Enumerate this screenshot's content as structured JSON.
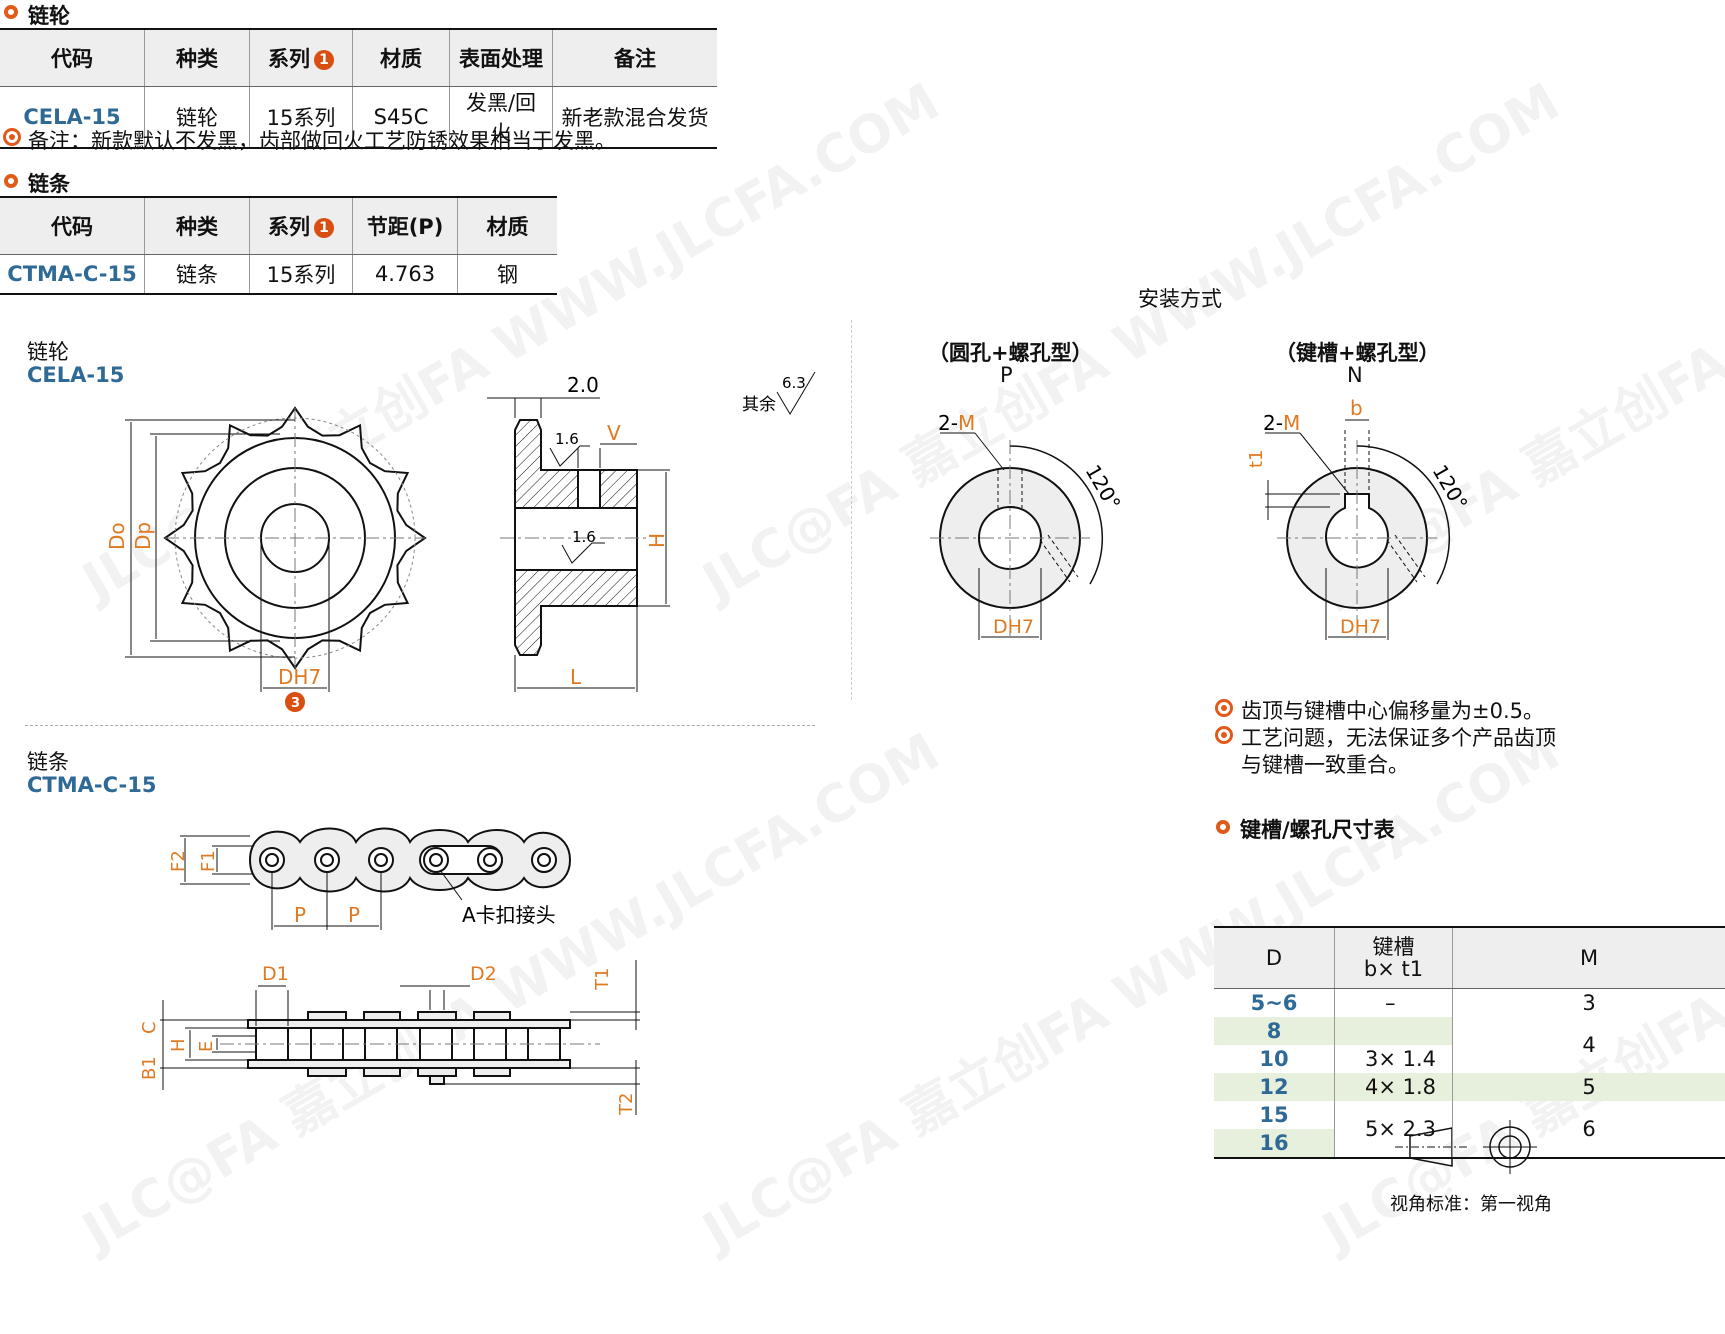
{
  "sprocket_section": {
    "title": "链轮",
    "headers": [
      "代码",
      "种类",
      "系列",
      "材质",
      "表面处理",
      "备注"
    ],
    "series_badge": "1",
    "row": [
      "CELA-15",
      "链轮",
      "15系列",
      "S45C",
      "发黑/回火",
      "新老款混合发货"
    ],
    "note": "备注：新款默认不发黑，齿部做回火工艺防锈效果相当于发黑。"
  },
  "chain_section": {
    "title": "链条",
    "headers": [
      "代码",
      "种类",
      "系列",
      "节距(P)",
      "材质"
    ],
    "series_badge": "1",
    "row": [
      "CTMA-C-15",
      "链条",
      "15系列",
      "4.763",
      "钢"
    ]
  },
  "drawing_sprocket": {
    "name": "链轮",
    "code": "CELA-15",
    "dim_do": "Do",
    "dim_dp": "Dp",
    "dim_dh7": "DH7",
    "dh7_badge": "3",
    "dim_20": "2.0",
    "dim_v": "V",
    "dim_h": "H",
    "dim_l": "L",
    "rough_16a": "1.6",
    "rough_16b": "1.6",
    "rough_63": "6.3",
    "other_label": "其余"
  },
  "install": {
    "title": "安装方式",
    "type_p_label": "（圆孔+螺孔型）",
    "type_p_code": "P",
    "type_n_label": "（键槽+螺孔型）",
    "type_n_code": "N",
    "dim_2m_prefix": "2-",
    "dim_2m_m": "M",
    "dim_b": "b",
    "dim_t1": "t1",
    "angle": "120°",
    "dim_dh7": "DH7"
  },
  "install_notes": [
    "齿顶与键槽中心偏移量为±0.5。",
    "工艺问题，无法保证多个产品齿顶",
    "与键槽一致重合。"
  ],
  "drawing_chain": {
    "name": "链条",
    "code": "CTMA-C-15",
    "dim_f2": "F2",
    "dim_f1": "F1",
    "dim_p": "P",
    "clip_label": "A卡扣接头",
    "dim_d1": "D1",
    "dim_d2": "D2",
    "dim_t1": "T1",
    "dim_t2": "T2",
    "dim_c": "C",
    "dim_h": "H",
    "dim_e": "E",
    "dim_b1": "B1"
  },
  "key_table": {
    "title": "键槽/螺孔尺寸表",
    "header_d": "D",
    "header_keyslot": "键槽",
    "header_keyslot_sub": "b× t1",
    "header_m": "M",
    "rows": [
      {
        "d": "5~6",
        "bt": "–",
        "m": "3"
      },
      {
        "d": "8",
        "bt": "",
        "m": ""
      },
      {
        "d": "10",
        "bt": "3× 1.4",
        "m": "4"
      },
      {
        "d": "12",
        "bt": "4× 1.8",
        "m": "5"
      },
      {
        "d": "15",
        "bt": "5× 2.3",
        "m": "6"
      },
      {
        "d": "16",
        "bt": "",
        "m": ""
      }
    ]
  },
  "view_standard": "视角标准：第一视角",
  "watermark": "JLC@FA 嘉立创FA WWW.JLCFA.COM",
  "colors": {
    "accent": "#e05a1a",
    "code_blue": "#2f6a97",
    "dim_orange": "#e07a22",
    "row_green": "#e6f0dc"
  }
}
